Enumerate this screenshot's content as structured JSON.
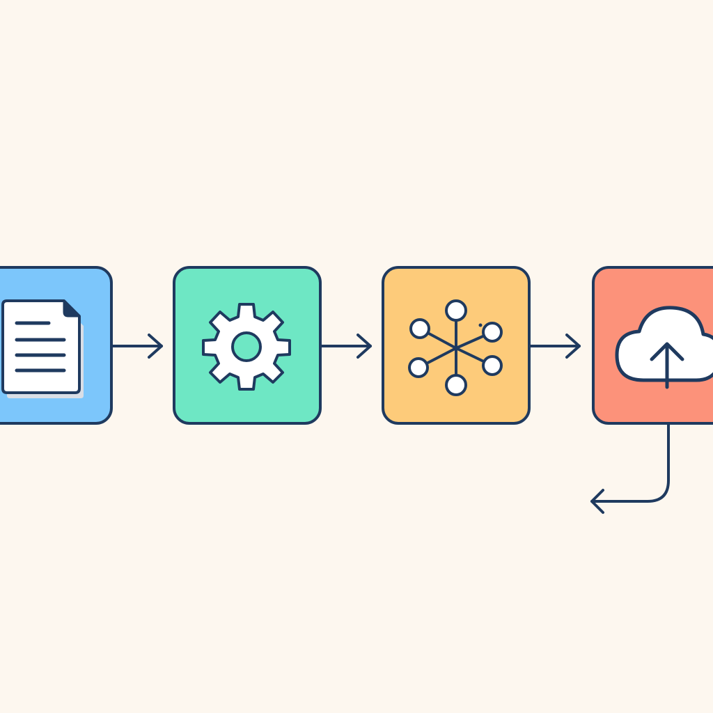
{
  "colors": {
    "background": "#fdf7ef",
    "stroke": "#1f3a5f",
    "document_tile": "#7cc6fb",
    "gear_tile": "#6ee7c4",
    "network_tile": "#fdcb7a",
    "cloud_tile": "#fc927a",
    "icon_fill": "#ffffff"
  },
  "steps": [
    {
      "id": "document",
      "icon": "document-icon"
    },
    {
      "id": "process",
      "icon": "gear-icon"
    },
    {
      "id": "network",
      "icon": "network-icon"
    },
    {
      "id": "upload",
      "icon": "cloud-upload-icon"
    }
  ]
}
